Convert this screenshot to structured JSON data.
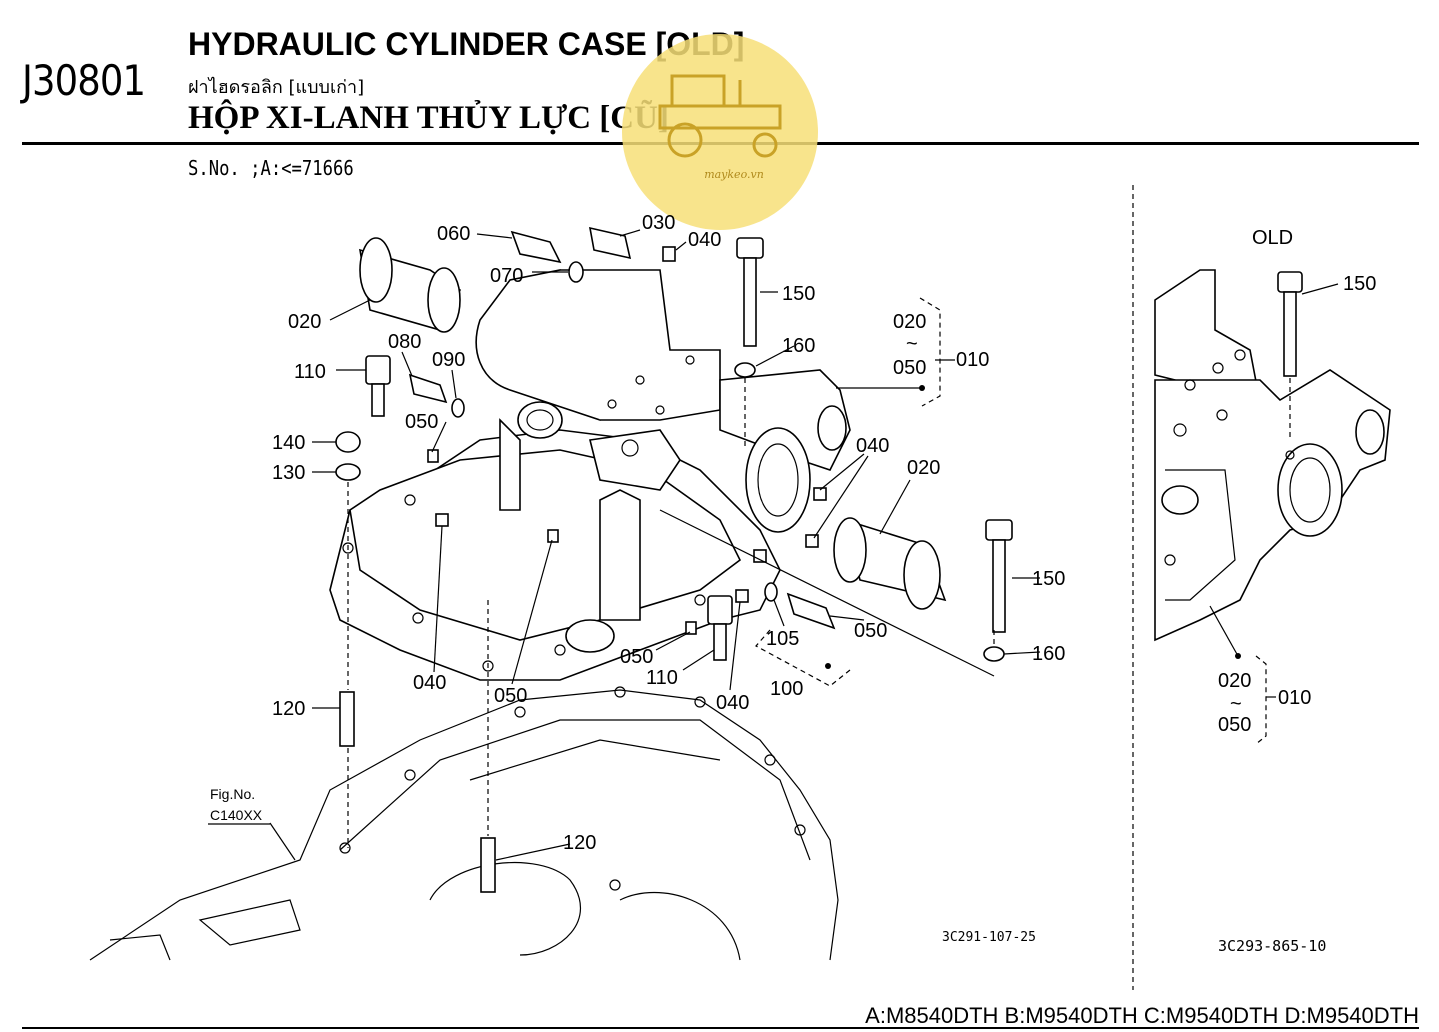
{
  "header": {
    "page_code": "J30801",
    "title_en": "HYDRAULIC CYLINDER CASE [OLD]",
    "title_th": "ฝาไฮดรอลิก [แบบเก่า]",
    "title_vi": "HỘP XI-LANH THỦY LỰC [CŨ]",
    "serial": "S.No. ;A:<=71666"
  },
  "watermark": {
    "text": "maykeo.vn",
    "color": "#f7df78",
    "icon": "tractor-icon"
  },
  "main_diagram": {
    "figure_code": "3C291-107-25",
    "fig_ref_label": "Fig.No.",
    "fig_ref_value": "C140XX",
    "tilde": "~",
    "callouts": {
      "c060": "060",
      "c030": "030",
      "c040_top": "040",
      "c070": "070",
      "c020_left": "020",
      "c150_top": "150",
      "c160_top": "160",
      "c020_grp": "020",
      "c050_grp": "050",
      "c010_grp": "010",
      "c080": "080",
      "c110_left": "110",
      "c090": "090",
      "c050_left": "050",
      "c140": "140",
      "c130": "130",
      "c040_right": "040",
      "c020_right": "020",
      "c150_right": "150",
      "c160_right": "160",
      "c105": "105",
      "c050_right": "050",
      "c050_mid": "050",
      "c110_mid": "110",
      "c100": "100",
      "c040_bottom": "040",
      "c040_botleft": "040",
      "c050_bot": "050",
      "c120_left": "120",
      "c120_bottom": "120"
    }
  },
  "old_diagram": {
    "heading": "OLD",
    "figure_code": "3C293-865-10",
    "tilde": "~",
    "callouts": {
      "c150": "150",
      "c020": "020",
      "c050": "050",
      "c010": "010"
    }
  },
  "footer": {
    "models": "A:M8540DTH B:M9540DTH C:M9540DTH D:M9540DTH"
  }
}
